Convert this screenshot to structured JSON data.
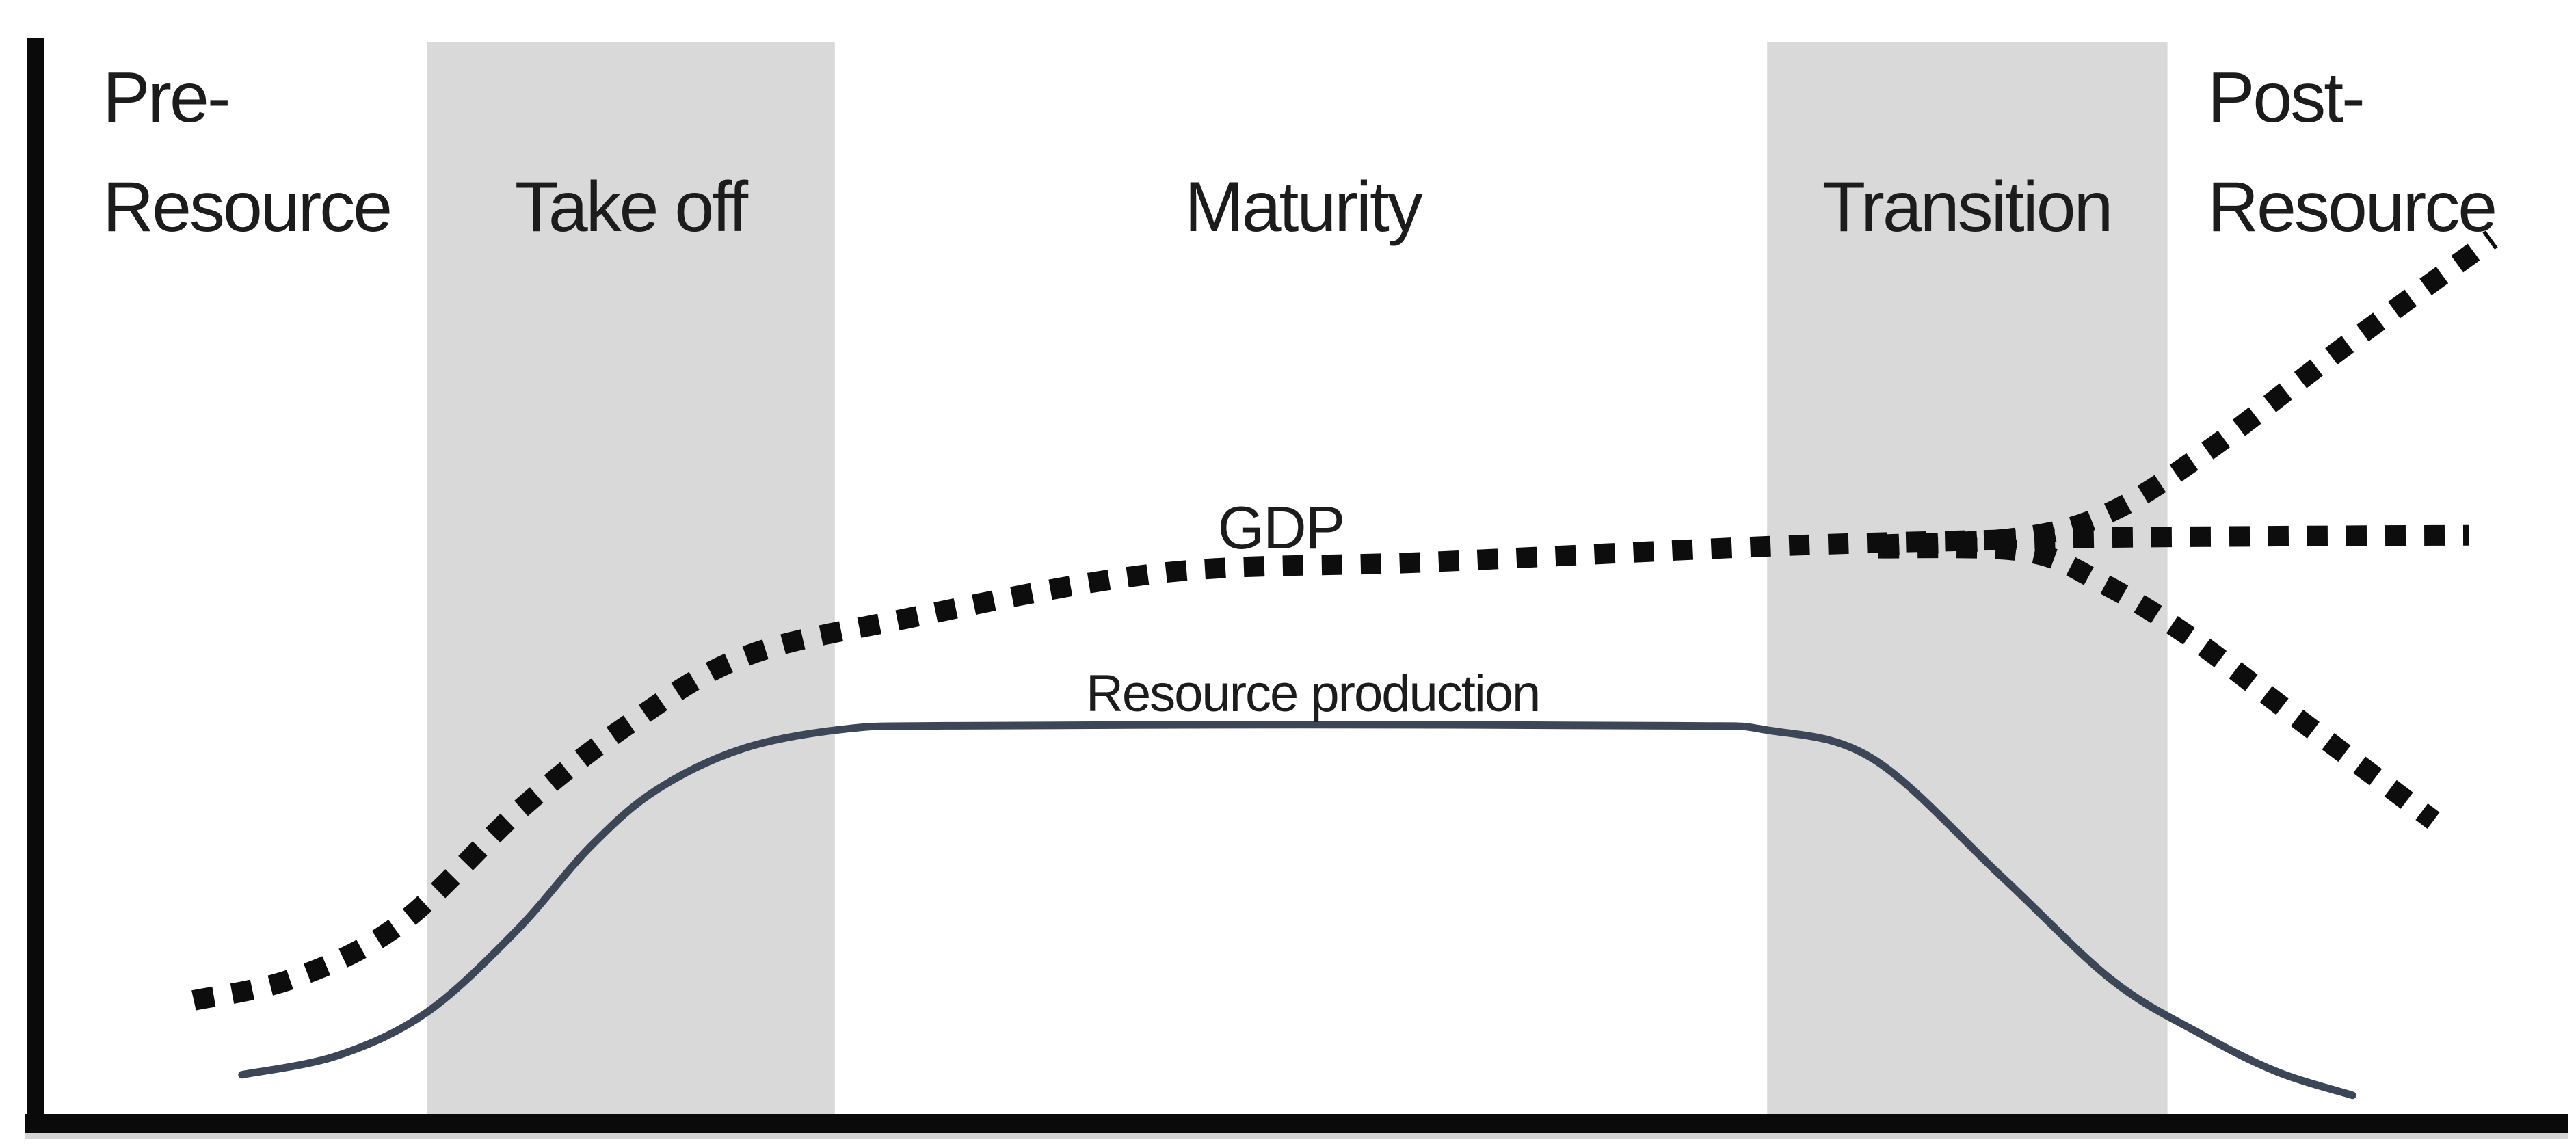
{
  "figure": {
    "background": "#ffffff",
    "band_color": "#d9d9d9",
    "axis_color": "#0a0a0a",
    "axis_shadow_color": "#d4d4d4",
    "text_color": "#1c1c1c"
  },
  "labels": {
    "phase_pre_line1": "Pre-",
    "phase_pre_line2": "Resource",
    "phase_take_off": "Take off",
    "phase_maturity": "Maturity",
    "phase_transition": "Transition",
    "phase_post_line1": "Post-",
    "phase_post_line2": "Resource",
    "gdp": "GDP",
    "resource_production": "Resource production"
  },
  "chart_data": {
    "type": "line",
    "title": "",
    "xlabel": "",
    "ylabel": "",
    "x_range": [
      0,
      100
    ],
    "y_range": [
      0,
      100
    ],
    "grid": false,
    "legend": "inline-annotations",
    "annotations": [
      "GDP",
      "Resource production"
    ],
    "phases": [
      {
        "label": "Pre-Resource",
        "x_start": 0,
        "x_end": 15.5,
        "shaded": false
      },
      {
        "label": "Take off",
        "x_start": 15.5,
        "x_end": 31.6,
        "shaded": true
      },
      {
        "label": "Maturity",
        "x_start": 31.6,
        "x_end": 68.4,
        "shaded": false
      },
      {
        "label": "Transition",
        "x_start": 68.4,
        "x_end": 84.2,
        "shaded": true
      },
      {
        "label": "Post-Resource",
        "x_start": 84.2,
        "x_end": 100,
        "shaded": false
      }
    ],
    "series": [
      {
        "name": "GDP",
        "style": "dotted",
        "color": "#0d0d0d",
        "points": [
          [
            6.3,
            10.6
          ],
          [
            10.3,
            12.7
          ],
          [
            14.5,
            17.8
          ],
          [
            19.3,
            28.6
          ],
          [
            23.5,
            36.3
          ],
          [
            28,
            42.5
          ],
          [
            34.3,
            46.0
          ],
          [
            44.5,
            50.3
          ],
          [
            55,
            51.3
          ],
          [
            68.8,
            52.8
          ],
          [
            78.3,
            53.4
          ]
        ]
      },
      {
        "name": "GDP post-resource branch (growth)",
        "style": "dotted",
        "color": "#0d0d0d",
        "points": [
          [
            72.8,
            52.9
          ],
          [
            78.4,
            53.6
          ],
          [
            82,
            56
          ],
          [
            86,
            62
          ],
          [
            91,
            71
          ],
          [
            97,
            81.3
          ]
        ]
      },
      {
        "name": "GDP post-resource branch (plateau)",
        "style": "dotted",
        "color": "#0d0d0d",
        "points": [
          [
            72.8,
            52.8
          ],
          [
            80,
            53.5
          ],
          [
            88,
            53.7
          ],
          [
            96.1,
            53.8
          ]
        ]
      },
      {
        "name": "GDP post-resource branch (decline)",
        "style": "dotted",
        "color": "#0d0d0d",
        "points": [
          [
            72.8,
            52.6
          ],
          [
            78.5,
            52.3
          ],
          [
            81.5,
            49.5
          ],
          [
            85,
            44.5
          ],
          [
            89.5,
            36.5
          ],
          [
            94.7,
            27.3
          ]
        ]
      },
      {
        "name": "Resource production",
        "style": "solid",
        "color": "#3c4656",
        "points": [
          [
            8.2,
            3.7
          ],
          [
            12,
            5.5
          ],
          [
            15.5,
            9.5
          ],
          [
            19,
            17
          ],
          [
            22,
            25
          ],
          [
            24.6,
            30.2
          ],
          [
            28,
            34
          ],
          [
            32,
            35.8
          ],
          [
            36,
            36.1
          ],
          [
            50,
            36.2
          ],
          [
            64.8,
            36.1
          ],
          [
            68.4,
            35.7
          ],
          [
            72.6,
            33
          ],
          [
            77.7,
            22
          ],
          [
            82,
            12.5
          ],
          [
            85.5,
            7.5
          ],
          [
            88.5,
            4
          ],
          [
            91.5,
            1.8
          ]
        ]
      }
    ]
  }
}
